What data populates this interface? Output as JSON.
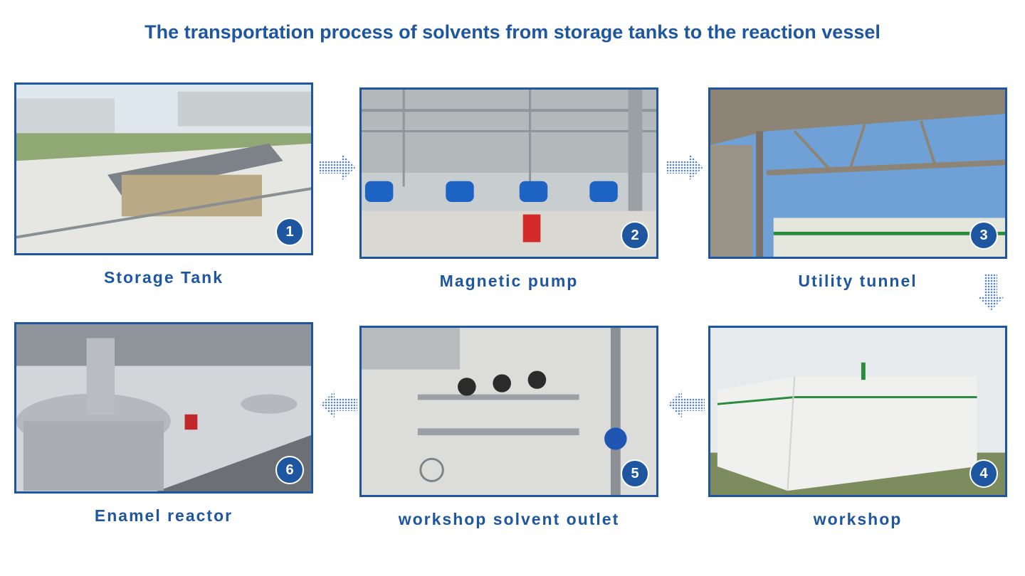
{
  "title": "The transportation process of solvents from storage tanks to the reaction vessel",
  "steps": [
    {
      "number": "1",
      "caption": "Storage Tank"
    },
    {
      "number": "2",
      "caption": "Magnetic pump"
    },
    {
      "number": "3",
      "caption": "Utility tunnel"
    },
    {
      "number": "4",
      "caption": "workshop"
    },
    {
      "number": "5",
      "caption": "workshop solvent outlet"
    },
    {
      "number": "6",
      "caption": "Enamel reactor"
    }
  ],
  "colors": {
    "accent": "#1e56a0",
    "arrow": "#5b86c2"
  },
  "icons": [
    "dotted-arrow-right-icon",
    "dotted-arrow-down-icon",
    "dotted-arrow-left-icon"
  ]
}
